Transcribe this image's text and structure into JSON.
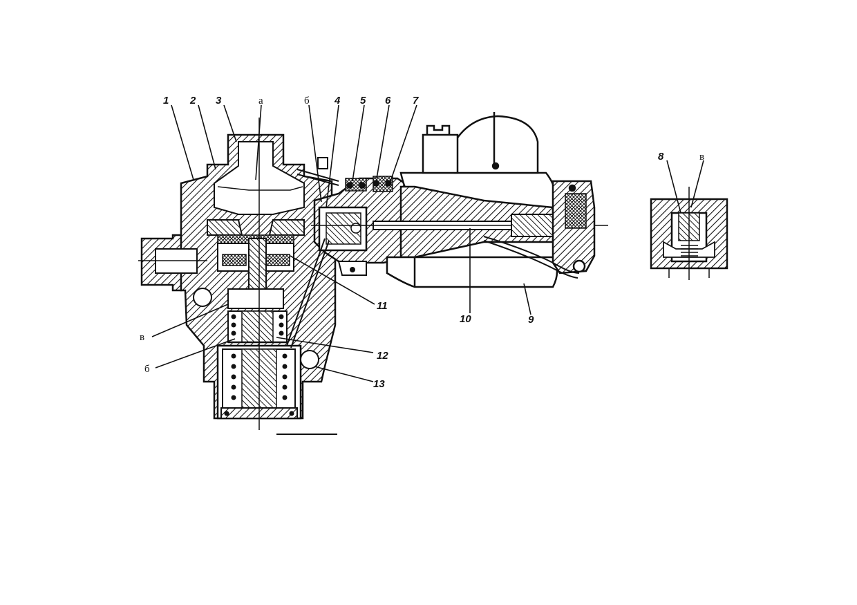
{
  "callouts": {
    "n1": "1",
    "n2": "2",
    "n3": "3",
    "n4": "4",
    "n5": "5",
    "n6": "6",
    "n7": "7",
    "n8": "8",
    "n9": "9",
    "n10": "10",
    "n11": "11",
    "n12": "12",
    "n13": "13"
  },
  "letters": {
    "a_top": "а",
    "b_top": "б",
    "v_left": "в",
    "b_left": "б",
    "v_detail": "в"
  },
  "colors": {
    "ink": "#111111",
    "paper": "#ffffff"
  }
}
